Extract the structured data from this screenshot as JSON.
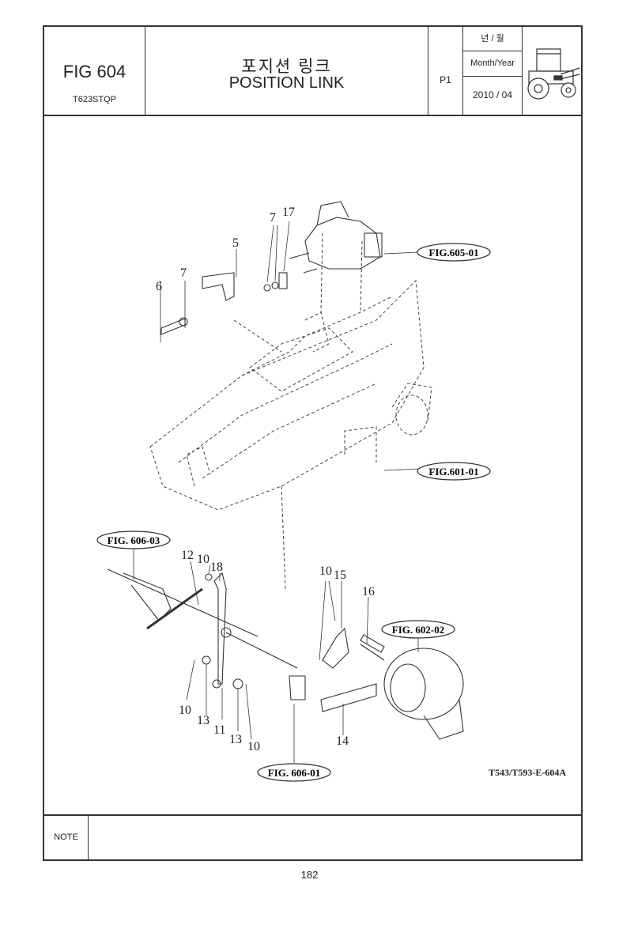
{
  "header": {
    "fig_number": "FIG 604",
    "model": "T623STQP",
    "title_korean": "포지션 링크",
    "title_english": "POSITION LINK",
    "page_code": "P1",
    "date_label_korean": "년 / 월",
    "date_label_english": "Month/Year",
    "date_value": "2010 / 04",
    "thumbnail_icon": "tractor-icon"
  },
  "diagram": {
    "part_numbers": [
      "17",
      "7",
      "5",
      "7",
      "6",
      "12",
      "10",
      "18",
      "10",
      "15",
      "16",
      "10",
      "13",
      "11",
      "13",
      "10",
      "14"
    ],
    "references": [
      "FIG.605-01",
      "FIG.601-01",
      "FIG. 606-03",
      "FIG. 602-02",
      "FIG. 606-01"
    ],
    "drawing_code": "T543/T593-E-604A"
  },
  "footer": {
    "note_label": "NOTE",
    "note_text": "",
    "page_number": "182"
  }
}
